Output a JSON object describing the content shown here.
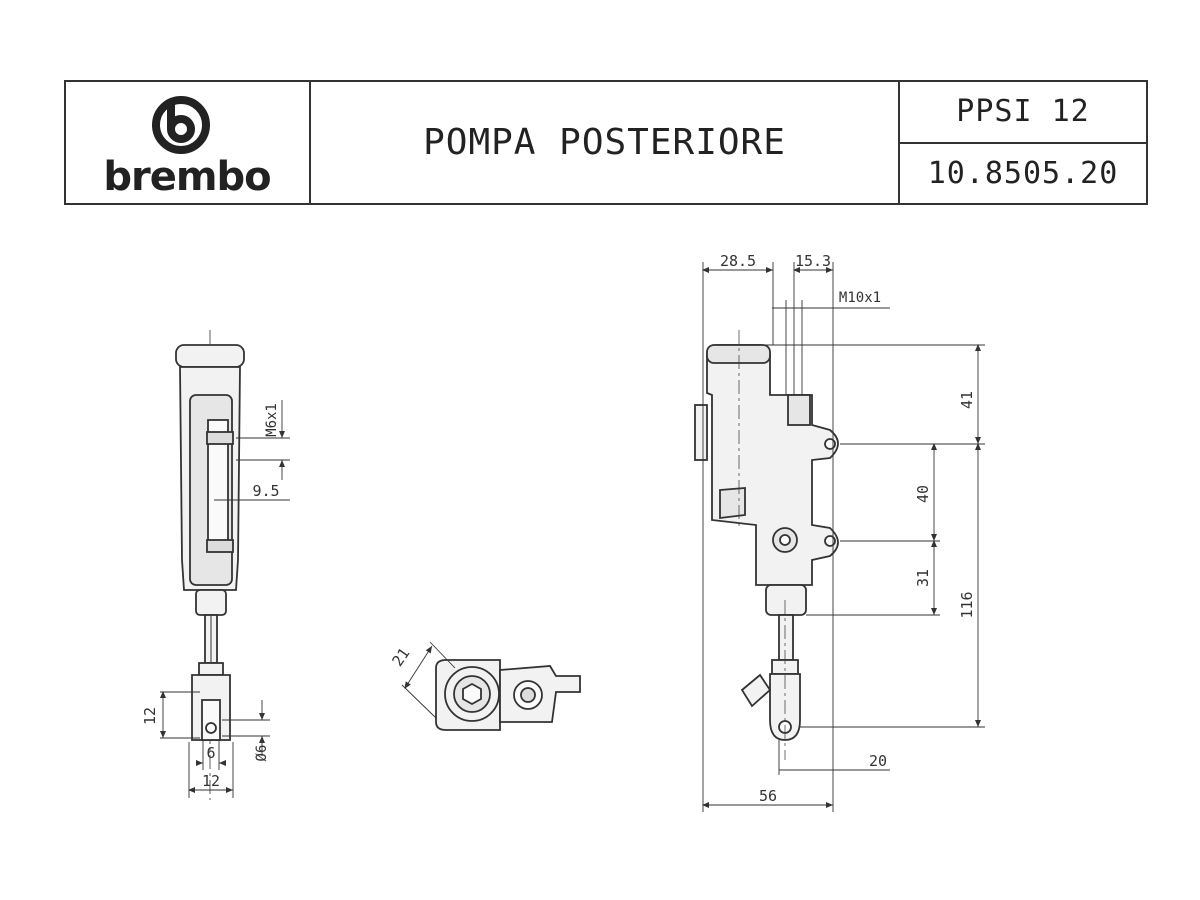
{
  "title_block": {
    "brand": "brembo",
    "title": "POMPA POSTERIORE",
    "model": "PPSI 12",
    "part_number": "10.8505.20"
  },
  "dimensions": {
    "side_view": {
      "m6x1": "M6x1",
      "d9_5": "9.5",
      "d12_vertical": "12",
      "d6": "6",
      "d12_bottom": "12",
      "phi6": "Ø6"
    },
    "top_view": {
      "d21": "21"
    },
    "front_view": {
      "d28_5": "28.5",
      "d15_3": "15.3",
      "m10x1": "M10x1",
      "d41": "41",
      "d40": "40",
      "d31": "31",
      "d116": "116",
      "d20": "20",
      "d56": "56"
    }
  },
  "colors": {
    "line": "#333333",
    "body_fill": "#f2f2f2",
    "shade": "#dcdcdc"
  }
}
